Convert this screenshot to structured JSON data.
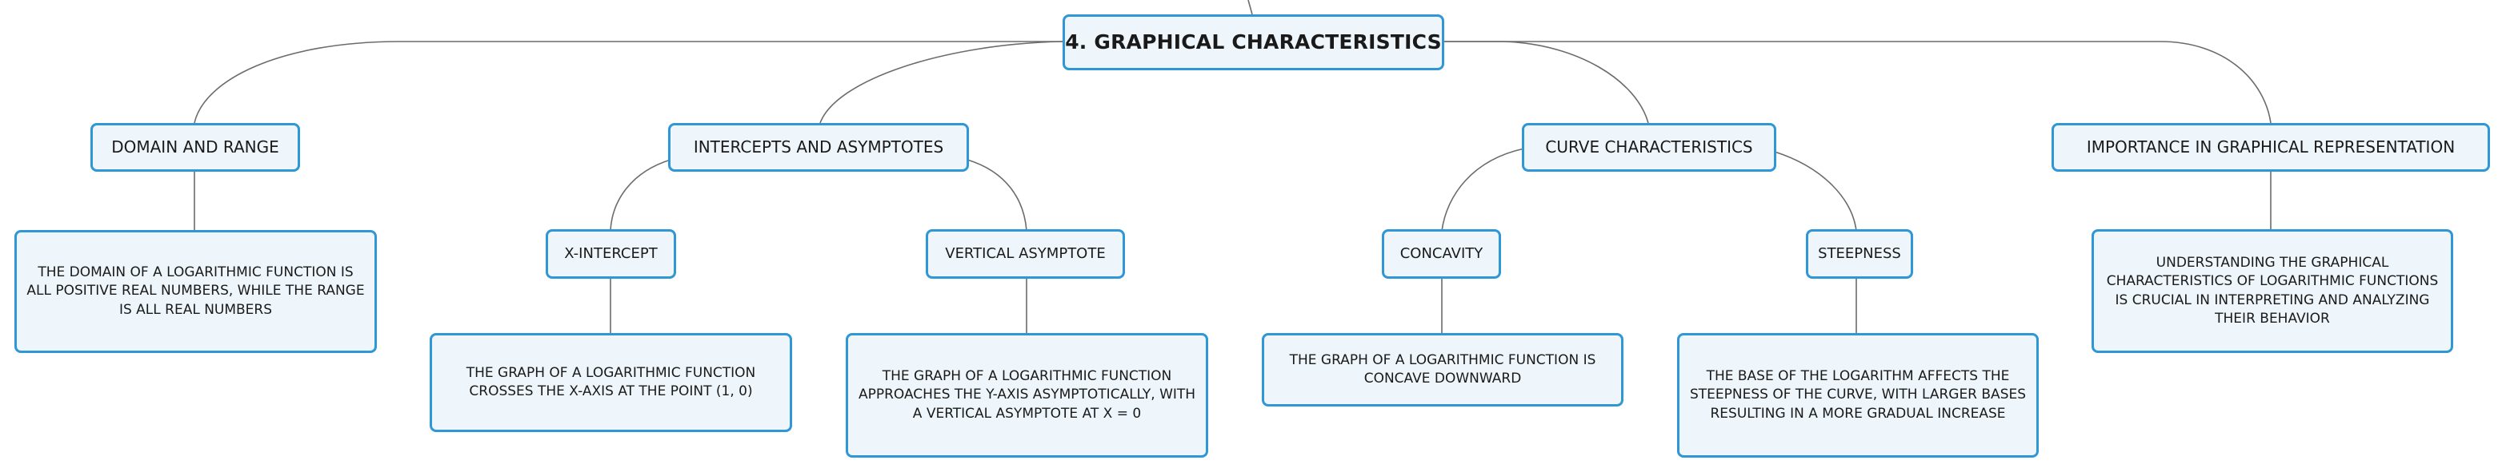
{
  "mindmap": {
    "root": {
      "label": "4. GRAPHICAL CHARACTERISTICS"
    },
    "branches": {
      "domain_range": {
        "label": "DOMAIN AND RANGE",
        "detail": "THE DOMAIN OF A LOGARITHMIC FUNCTION IS ALL POSITIVE REAL NUMBERS, WHILE THE RANGE IS ALL REAL NUMBERS"
      },
      "intercepts_asymptotes": {
        "label": "INTERCEPTS AND ASYMPTOTES",
        "x_intercept": {
          "label": "X-INTERCEPT",
          "detail": "THE GRAPH OF A LOGARITHMIC FUNCTION CROSSES THE X-AXIS AT THE POINT (1, 0)"
        },
        "vertical_asymptote": {
          "label": "VERTICAL ASYMPTOTE",
          "detail": "THE GRAPH OF A LOGARITHMIC FUNCTION APPROACHES THE Y-AXIS ASYMPTOTICALLY, WITH A VERTICAL ASYMPTOTE AT X = 0"
        }
      },
      "curve_characteristics": {
        "label": "CURVE CHARACTERISTICS",
        "concavity": {
          "label": "CONCAVITY",
          "detail": "THE GRAPH OF A LOGARITHMIC FUNCTION IS CONCAVE DOWNWARD"
        },
        "steepness": {
          "label": "STEEPNESS",
          "detail": "THE BASE OF THE LOGARITHM AFFECTS THE STEEPNESS OF THE CURVE, WITH LARGER BASES RESULTING IN A MORE GRADUAL INCREASE"
        }
      },
      "importance": {
        "label": "IMPORTANCE IN GRAPHICAL REPRESENTATION",
        "detail": "UNDERSTANDING THE GRAPHICAL CHARACTERISTICS OF LOGARITHMIC FUNCTIONS IS CRUCIAL IN INTERPRETING AND ANALYZING THEIR BEHAVIOR"
      }
    }
  }
}
